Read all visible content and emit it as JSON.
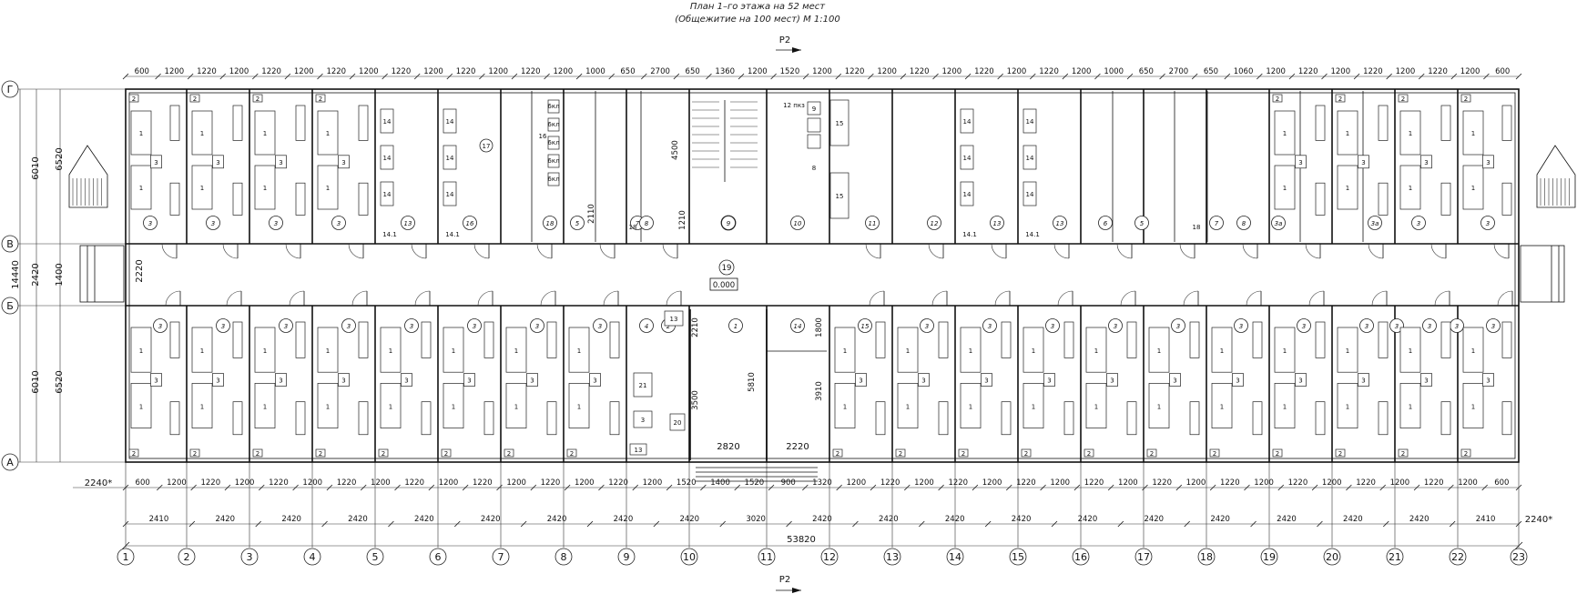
{
  "title": {
    "line1": "План 1–го этажа на 52 мест",
    "line2": "(Общежитие на 100 мест) М 1:100"
  },
  "section_mark": "Р2",
  "level_mark": "0.000",
  "rows": [
    "Г",
    "В",
    "Б",
    "А"
  ],
  "columns": [
    "1",
    "2",
    "3",
    "4",
    "5",
    "6",
    "7",
    "8",
    "9",
    "10",
    "11",
    "12",
    "13",
    "14",
    "15",
    "16",
    "17",
    "18",
    "19",
    "20",
    "21",
    "22",
    "23"
  ],
  "top_dims": [
    "600",
    "1200",
    "1220",
    "1200",
    "1220",
    "1200",
    "1220",
    "1200",
    "1220",
    "1200",
    "1220",
    "1200",
    "1220",
    "1200",
    "1000",
    "650",
    "2700",
    "650",
    "1360",
    "1200",
    "1520",
    "1200",
    "1220",
    "1200",
    "1220",
    "1200",
    "1220",
    "1200",
    "1220",
    "1200",
    "1000",
    "650",
    "2700",
    "650",
    "1060",
    "1200",
    "1220",
    "1200",
    "1220",
    "1200",
    "1220",
    "1200",
    "600"
  ],
  "bottom_dims": [
    "600",
    "1200",
    "1220",
    "1200",
    "1220",
    "1200",
    "1220",
    "1200",
    "1220",
    "1200",
    "1220",
    "1200",
    "1220",
    "1200",
    "1220",
    "1200",
    "1520",
    "1400",
    "1520",
    "900",
    "1320",
    "1200",
    "1220",
    "1200",
    "1220",
    "1200",
    "1220",
    "1200",
    "1220",
    "1200",
    "1220",
    "1200",
    "1220",
    "1200",
    "1220",
    "1200",
    "1220",
    "1200",
    "1220",
    "1200",
    "600"
  ],
  "bay_dims": [
    "2410",
    "2420",
    "2420",
    "2420",
    "2420",
    "2420",
    "2420",
    "2420",
    "2420",
    "3020",
    "2420",
    "2420",
    "2420",
    "2420",
    "2420",
    "2420",
    "2420",
    "2420",
    "2420",
    "2420",
    "2410"
  ],
  "overall_dim": "53820",
  "edge_dims": {
    "left": "2240*",
    "right": "2240*"
  },
  "left_dims": {
    "top_inner": "6010",
    "top_outer": "6520",
    "middle_inner": "1400",
    "middle_outer": "2420",
    "total": "14440",
    "porch": "2220",
    "bottom_inner": "6010",
    "bottom_outer": "6520"
  },
  "inner_dims": [
    "4500",
    "2110",
    "1210",
    "2210",
    "3500",
    "5810",
    "1800",
    "3910",
    "2820",
    "2220"
  ],
  "top_rooms": [
    "3",
    "3",
    "3",
    "3",
    "13",
    "16",
    "18",
    "5",
    "7",
    "8",
    "9",
    "10",
    "11",
    "12",
    "13",
    "13",
    "6",
    "5",
    "7",
    "8",
    "3а",
    "3а",
    "3",
    "3"
  ],
  "bottom_rooms": [
    "3",
    "3",
    "3",
    "3",
    "3",
    "3",
    "3",
    "3",
    "4",
    "2",
    "1",
    "14",
    "15",
    "3",
    "3",
    "3",
    "3",
    "3",
    "3",
    "3",
    "3",
    "3",
    "3",
    "3",
    "3"
  ],
  "furniture_labels": [
    "1",
    "2",
    "3",
    "6",
    "14",
    "14.1",
    "15",
    "16",
    "17",
    "18",
    "20",
    "21",
    "13",
    "6кл",
    "12 пкз",
    "9",
    "8"
  ]
}
